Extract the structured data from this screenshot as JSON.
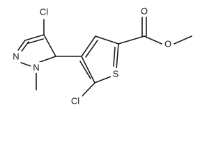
{
  "molecule": {
    "atoms": {
      "cl_pyrazole": "Cl",
      "n_ring_1": "N",
      "n_methyl": "N",
      "s_ring": "S",
      "cl_thiophene": "Cl",
      "o_carbonyl": "O",
      "o_ester": "O"
    }
  }
}
